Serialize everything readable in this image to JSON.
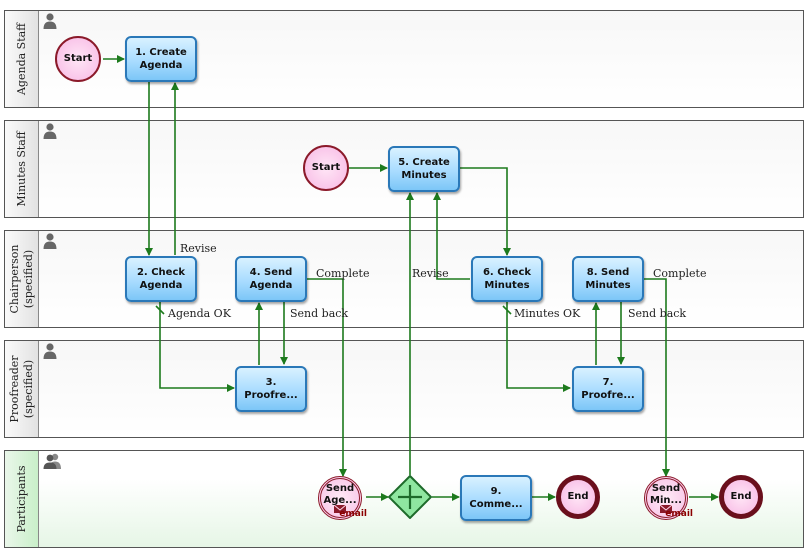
{
  "colors": {
    "flow": "#1d7a1d",
    "task_border": "#2a78b8",
    "event_border": "#8b1a2a",
    "gateway_fill": "#8fe6a0"
  },
  "lanes": [
    {
      "title": "Agenda Staff",
      "icon": "person-icon"
    },
    {
      "title": "Minutes Staff",
      "icon": "person-icon"
    },
    {
      "title": "Chairperson\n(specified)",
      "icon": "person-icon"
    },
    {
      "title": "Proofreader\n(specified)",
      "icon": "person-icon"
    },
    {
      "title": "Participants",
      "icon": "group-icon"
    }
  ],
  "nodes": {
    "start1": "Start",
    "task1": "1. Create Agenda",
    "start2": "Start",
    "task5": "5. Create Minutes",
    "task2": "2. Check Agenda",
    "task4": "4. Send Agenda",
    "task6": "6. Check Minutes",
    "task8": "8. Send Minutes",
    "task3": "3. Proofre...",
    "task7": "7. Proofre...",
    "send1": "Send Age...",
    "send1_tag": "email",
    "task9": "9. Comme...",
    "end1": "End",
    "send2": "Send Min...",
    "send2_tag": "email",
    "end2": "End"
  },
  "flow_labels": {
    "revise_agenda": "Revise",
    "complete_agenda": "Complete",
    "agenda_ok": "Agenda OK",
    "send_back_agenda": "Send back",
    "revise_minutes": "Revise",
    "complete_minutes": "Complete",
    "minutes_ok": "Minutes OK",
    "send_back_minutes": "Send back"
  }
}
